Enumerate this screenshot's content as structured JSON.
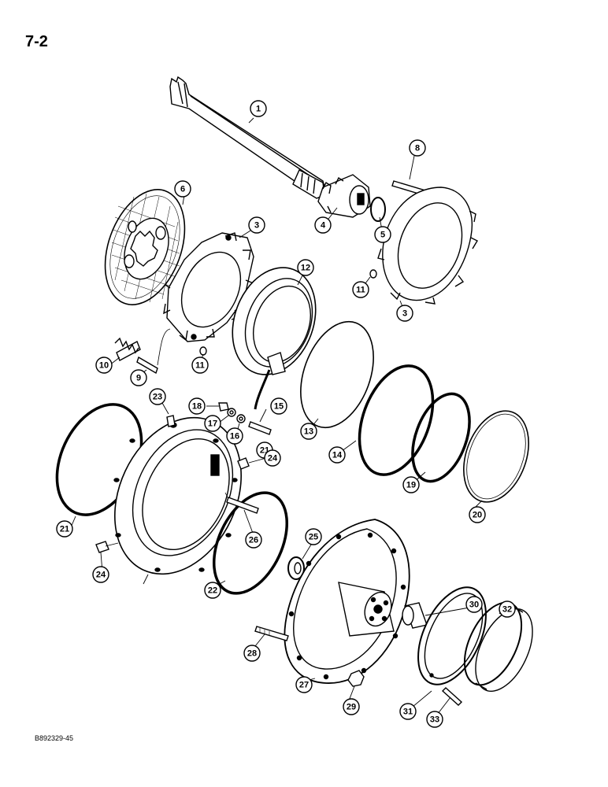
{
  "page": {
    "page_number": "7-2",
    "figure_code": "B892329-45"
  },
  "callouts": [
    {
      "label": "1",
      "part": "axle-shaft"
    },
    {
      "label": "3",
      "part": "brake-plate-left"
    },
    {
      "label": "3",
      "part": "brake-plate-right"
    },
    {
      "label": "4",
      "part": "splined-hub"
    },
    {
      "label": "5",
      "part": "snap-ring"
    },
    {
      "label": "6",
      "part": "friction-disc"
    },
    {
      "label": "8",
      "part": "pin"
    },
    {
      "label": "9",
      "part": "spring-pin"
    },
    {
      "label": "10",
      "part": "spring"
    },
    {
      "label": "11",
      "part": "ball-left"
    },
    {
      "label": "11",
      "part": "ball-right"
    },
    {
      "label": "12",
      "part": "brake-piston"
    },
    {
      "label": "13",
      "part": "seal-ring-13"
    },
    {
      "label": "14",
      "part": "o-ring-14"
    },
    {
      "label": "15",
      "part": "bleed-screw"
    },
    {
      "label": "16",
      "part": "washer-16"
    },
    {
      "label": "17",
      "part": "washer-17"
    },
    {
      "label": "18",
      "part": "nut-18"
    },
    {
      "label": "19",
      "part": "o-ring-19"
    },
    {
      "label": "20",
      "part": "seal-ring-20"
    },
    {
      "label": "21",
      "part": "o-ring-21-top"
    },
    {
      "label": "21",
      "part": "o-ring-21-bottom"
    },
    {
      "label": "22",
      "part": "brake-housing"
    },
    {
      "label": "23",
      "part": "plug"
    },
    {
      "label": "24",
      "part": "fitting-top"
    },
    {
      "label": "24",
      "part": "fitting-bottom"
    },
    {
      "label": "25",
      "part": "oil-seal"
    },
    {
      "label": "26",
      "part": "dowel-pin"
    },
    {
      "label": "27",
      "part": "axle-housing"
    },
    {
      "label": "28",
      "part": "stud"
    },
    {
      "label": "29",
      "part": "nut-29"
    },
    {
      "label": "30",
      "part": "bushing"
    },
    {
      "label": "31",
      "part": "retainer-plate"
    },
    {
      "label": "32",
      "part": "wear-ring"
    },
    {
      "label": "33",
      "part": "cotter-pin"
    }
  ]
}
